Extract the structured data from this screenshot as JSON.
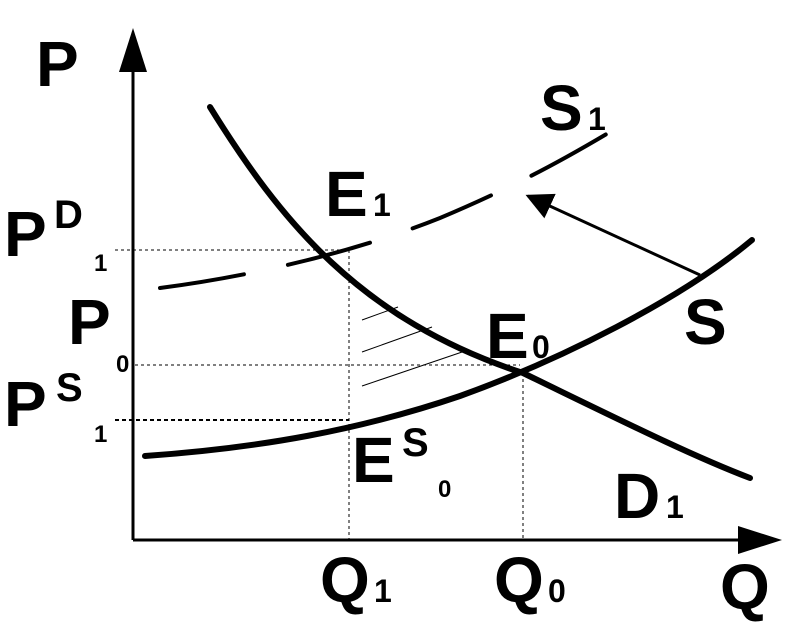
{
  "axes": {
    "y_main": "P",
    "x_main": "Q"
  },
  "price_labels": {
    "pd_main": "P",
    "pd_sup": "D",
    "pd_sub": "1",
    "p0_main": "P",
    "p0_sub": "0",
    "ps_main": "P",
    "ps_sup": "S",
    "ps_sub": "1"
  },
  "quantity_labels": {
    "q1_main": "Q",
    "q1_sub": "1",
    "q0_main": "Q",
    "q0_sub": "0"
  },
  "curve_labels": {
    "s1_main": "S",
    "s1_sub": "1",
    "s_main": "S",
    "d1_main": "D",
    "d1_sub": "1"
  },
  "point_labels": {
    "e1_main": "E",
    "e1_sub": "1",
    "e0_main": "E",
    "e0_sub": "0",
    "es0_main": "E",
    "es0_sup": "S",
    "es0_sub": "0"
  },
  "colors": {
    "ink": "#000000",
    "background": "#ffffff"
  }
}
